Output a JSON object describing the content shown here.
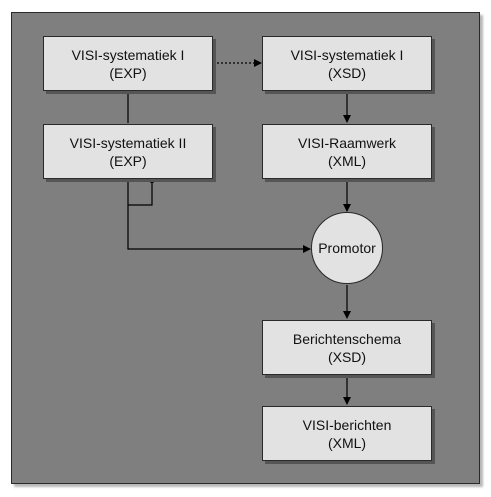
{
  "diagram": {
    "nodes": {
      "visi_sys_1_exp": {
        "line1": "VISI-systematiek I",
        "line2": "(EXP)"
      },
      "visi_sys_2_exp": {
        "line1": "VISI-systematiek II",
        "line2": "(EXP)"
      },
      "visi_sys_1_xsd": {
        "line1": "VISI-systematiek I",
        "line2": "(XSD)"
      },
      "visi_raamwerk": {
        "line1": "VISI-Raamwerk",
        "line2": "(XML)"
      },
      "promotor": {
        "label": "Promotor"
      },
      "berichtenschema": {
        "line1": "Berichtenschema",
        "line2": "(XSD)"
      },
      "visi_berichten": {
        "line1": "VISI-berichten",
        "line2": "(XML)"
      }
    },
    "edges": [
      {
        "from": "visi_sys_1_exp",
        "to": "visi_sys_1_xsd",
        "style": "dotted-arrow"
      },
      {
        "from": "visi_sys_1_exp",
        "to": "visi_sys_2_exp",
        "style": "link"
      },
      {
        "from": "visi_sys_1_xsd",
        "to": "visi_raamwerk",
        "style": "arrow"
      },
      {
        "from": "visi_raamwerk",
        "to": "promotor",
        "style": "arrow"
      },
      {
        "from": "visi_sys_2_exp",
        "to": "promotor",
        "style": "arrow"
      },
      {
        "from": "promotor",
        "to": "berichtenschema",
        "style": "arrow"
      },
      {
        "from": "berichtenschema",
        "to": "visi_berichten",
        "style": "arrow"
      }
    ],
    "colors": {
      "background": "#7f7f7f",
      "node_fill": "#e2e2e2",
      "line": "#000000"
    }
  }
}
